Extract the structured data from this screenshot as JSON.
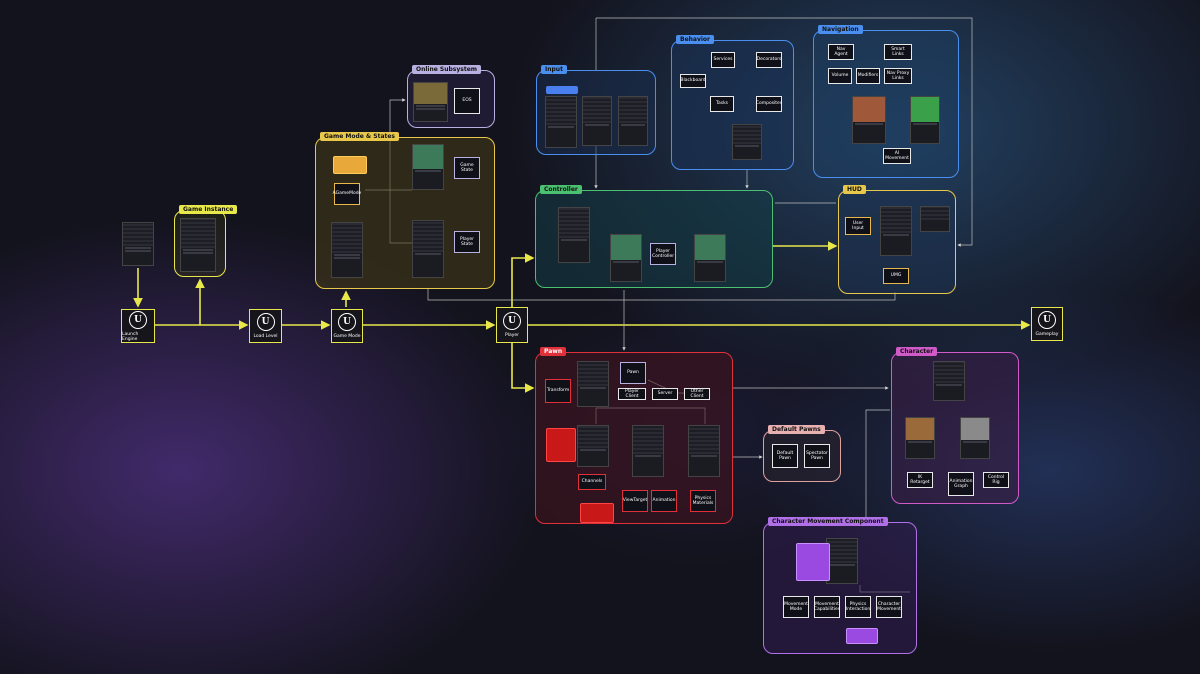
{
  "colors": {
    "yellow": "#e8e84a",
    "orange": "#e8b84a",
    "lavender": "#b8b0e0",
    "blue": "#4a8ff0",
    "green": "#4ac070",
    "red": "#e0303a",
    "pink": "#d05ac8",
    "violet": "#b070e8",
    "white": "#e8e8e8"
  },
  "nodes": {
    "launch_engine": "Launch Engine",
    "load_level": "Load Level",
    "game_mode": "Game Mode",
    "player": "Player",
    "gameplay": "Gameplay"
  },
  "groups": {
    "game_instance": {
      "title": "Game Instance"
    },
    "online_subsystem": {
      "title": "Online Subsystem",
      "eos": "EOS"
    },
    "game_mode_states": {
      "title": "Game Mode & States",
      "agamemode": "AGameMode",
      "game_state": "Game State",
      "player_state": "Player State"
    },
    "input": {
      "title": "Input"
    },
    "behavior": {
      "title": "Behavior",
      "services": "Services",
      "decorators": "Decorators",
      "blackboard": "Blackboard",
      "tasks": "Tasks",
      "composites": "Composites"
    },
    "navigation": {
      "title": "Navigation",
      "nav_agent": "Nav Agent",
      "smart_links": "Smart Links",
      "volume": "Volume",
      "modifiers": "Modifiers",
      "nav_proxy_links": "Nav Proxy Links",
      "ai_movement": "AI Movement"
    },
    "controller": {
      "title": "Controller",
      "player_controller": "Player Controller"
    },
    "hud": {
      "title": "HUD",
      "user_input": "User Input",
      "umg": "UMG"
    },
    "pawn": {
      "title": "Pawn",
      "transform": "Transform",
      "pawn": "Pawn",
      "player_client": "Player Client",
      "server": "Server",
      "other_client": "Other Client",
      "channels": "Channels",
      "viewtarget": "ViewTarget",
      "animation": "Animation",
      "physics_materials": "Physics Materials"
    },
    "default_pawns": {
      "title": "Default Pawns",
      "default_pawn": "Default Pawn",
      "spectator_pawn": "Spectator Pawn"
    },
    "character": {
      "title": "Character",
      "ik_retarget": "IK Retarget",
      "animation_graph": "Animation Graph",
      "control_rig": "Control Rig"
    },
    "cmc": {
      "title": "Character Movement Component",
      "movement_mode": "Movement Mode",
      "movement_capabilities": "Movement Capabilities",
      "physics_interaction": "Physics Interaction",
      "character_movement": "Character Movement"
    }
  }
}
